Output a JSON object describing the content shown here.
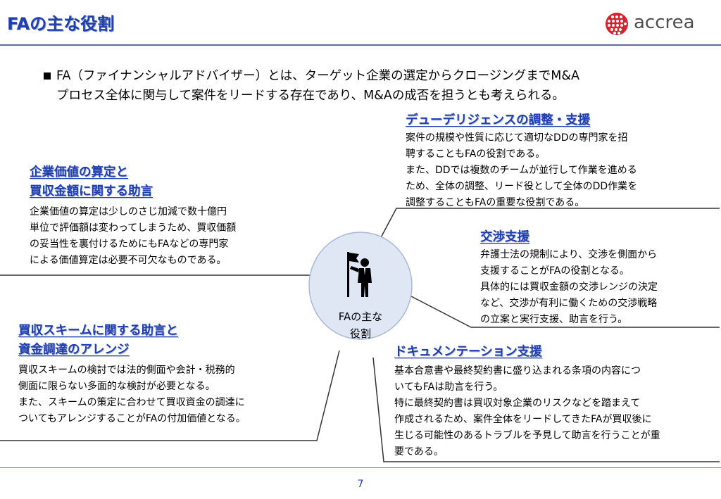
{
  "header": {
    "title": "FAの主な役割",
    "logo_text": "accrea"
  },
  "intro": {
    "lines": [
      "FA（ファイナンシャルアドバイザー）とは、ターゲット企業の選定からクロージングまでM&A",
      "プロセス全体に関与して案件をリードする存在であり、M&Aの成否を担うとも考えられる。"
    ]
  },
  "center": {
    "label_lines": [
      "FAの主な",
      "役割"
    ],
    "icon": "person-with-flag-icon"
  },
  "sections": {
    "valuation": {
      "heading": [
        "企業価値の算定と",
        "買収金額に関する助言"
      ],
      "body": [
        "企業価値の算定は少しのさじ加減で数十億円",
        "単位で評価額は変わってしまうため、買収価額",
        "の妥当性を裏付けるためにもFAなどの専門家",
        "による価値算定は必要不可欠なものである。"
      ]
    },
    "due_diligence": {
      "heading": [
        "デューデリジェンスの調整・支援"
      ],
      "body": [
        "案件の規模や性質に応じて適切なDDの専門家を招",
        "聘することもFAの役割である。",
        "また、DDでは複数のチームが並行して作業を進める",
        "ため、全体の調整、リード役として全体のDD作業を",
        "調整することもFAの重要な役割である。"
      ]
    },
    "negotiation": {
      "heading": [
        "交渉支援"
      ],
      "body": [
        "弁護士法の規制により、交渉を側面から",
        "支援することがFAの役割となる。",
        "具体的には買収金額の交渉レンジの決定",
        "など、交渉が有利に働くための交渉戦略",
        "の立案と実行支援、助言を行う。"
      ]
    },
    "scheme": {
      "heading": [
        "買収スキームに関する助言と",
        "資金調達のアレンジ"
      ],
      "body": [
        "買収スキームの検討では法的側面や会計・税務的",
        "側面に限らない多面的な検討が必要となる。",
        "また、スキームの策定に合わせて買収資金の調達に",
        "ついてもアレンジすることがFAの付加価値となる。"
      ]
    },
    "documentation": {
      "heading": [
        "ドキュメンテーション支援"
      ],
      "body": [
        "基本合意書や最終契約書に盛り込まれる条項の内容につ",
        "いてもFAは助言を行う。",
        "特に最終契約書は買収対象企業のリスクなどを踏まえて",
        "作成されるため、案件全体をリードしてきたFAが買収後に",
        "生じる可能性のあるトラブルを予見して助言を行うことが重",
        "要である。"
      ]
    }
  },
  "footer": {
    "page_number": "7"
  },
  "colors": {
    "heading": "#1f3fb0",
    "circle_fill": "#dfe6f4",
    "circle_stroke": "#aab8d8",
    "logo_red": "#d7222f"
  }
}
